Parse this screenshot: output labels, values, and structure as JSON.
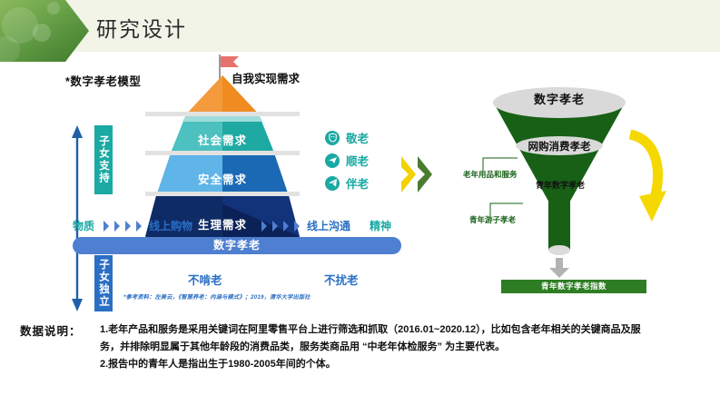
{
  "header": {
    "title": "研究设计",
    "band_color": "#f1f4e7",
    "accent_color": "#3f7a2c"
  },
  "pyramid": {
    "model_label": "*数字孝老模型",
    "apex_label": "自我实现需求",
    "tiers": [
      {
        "label": "",
        "color": "#f39a3c"
      },
      {
        "label": "社会需求",
        "color": "#1fa9a3"
      },
      {
        "label": "安全需求",
        "color": "#1b69b5"
      },
      {
        "label": "生理需求",
        "color": "#12327a"
      }
    ]
  },
  "side_labels": {
    "support": "子女支持",
    "independence": "子女独立",
    "support_color": "#1aa9a3",
    "independence_color": "#2a6fc4"
  },
  "flow": {
    "left_word": "物质",
    "left_target": "线上购物",
    "right_target": "线上沟通",
    "right_word": "精神",
    "bar_label": "数字孝老",
    "bar_color": "#4f7fd0",
    "note_left": "不啃老",
    "note_right": "不扰老",
    "reference": "*参考资料：左美云，《智慧养老：内涵与模式》；2019，清华大学出版社"
  },
  "values": [
    {
      "icon": "shield-icon",
      "label": "敬老"
    },
    {
      "icon": "send-icon",
      "label": "顺老"
    },
    {
      "icon": "paper-plane-icon",
      "label": "伴老"
    }
  ],
  "connector": {
    "chevron_yellow": "#f2d202",
    "chevron_green": "#4a7c2f"
  },
  "funnel": {
    "top_label": "数字孝老",
    "mid_label": "网购消费孝老",
    "low_label": "青年数字孝老",
    "callout_1": "老年用品和服务",
    "callout_2": "青年游子孝老",
    "result_label": "青年数字孝老指数",
    "body_color": "#176016",
    "result_color": "#2e7d23",
    "arrow_color": "#f5d800"
  },
  "footer": {
    "title": "数据说明：",
    "line1": "1.老年产品和服务是采用关键词在阿里零售平台上进行筛选和抓取（2016.01~2020.12），比如包含老年相关的关键商品及服",
    "line2": "务，并排除明显属于其他年龄段的消费品类，服务类商品用 “中老年体检服务” 为主要代表。",
    "line3": "2.报告中的青年人是指出生于1980-2005年间的个体。"
  }
}
